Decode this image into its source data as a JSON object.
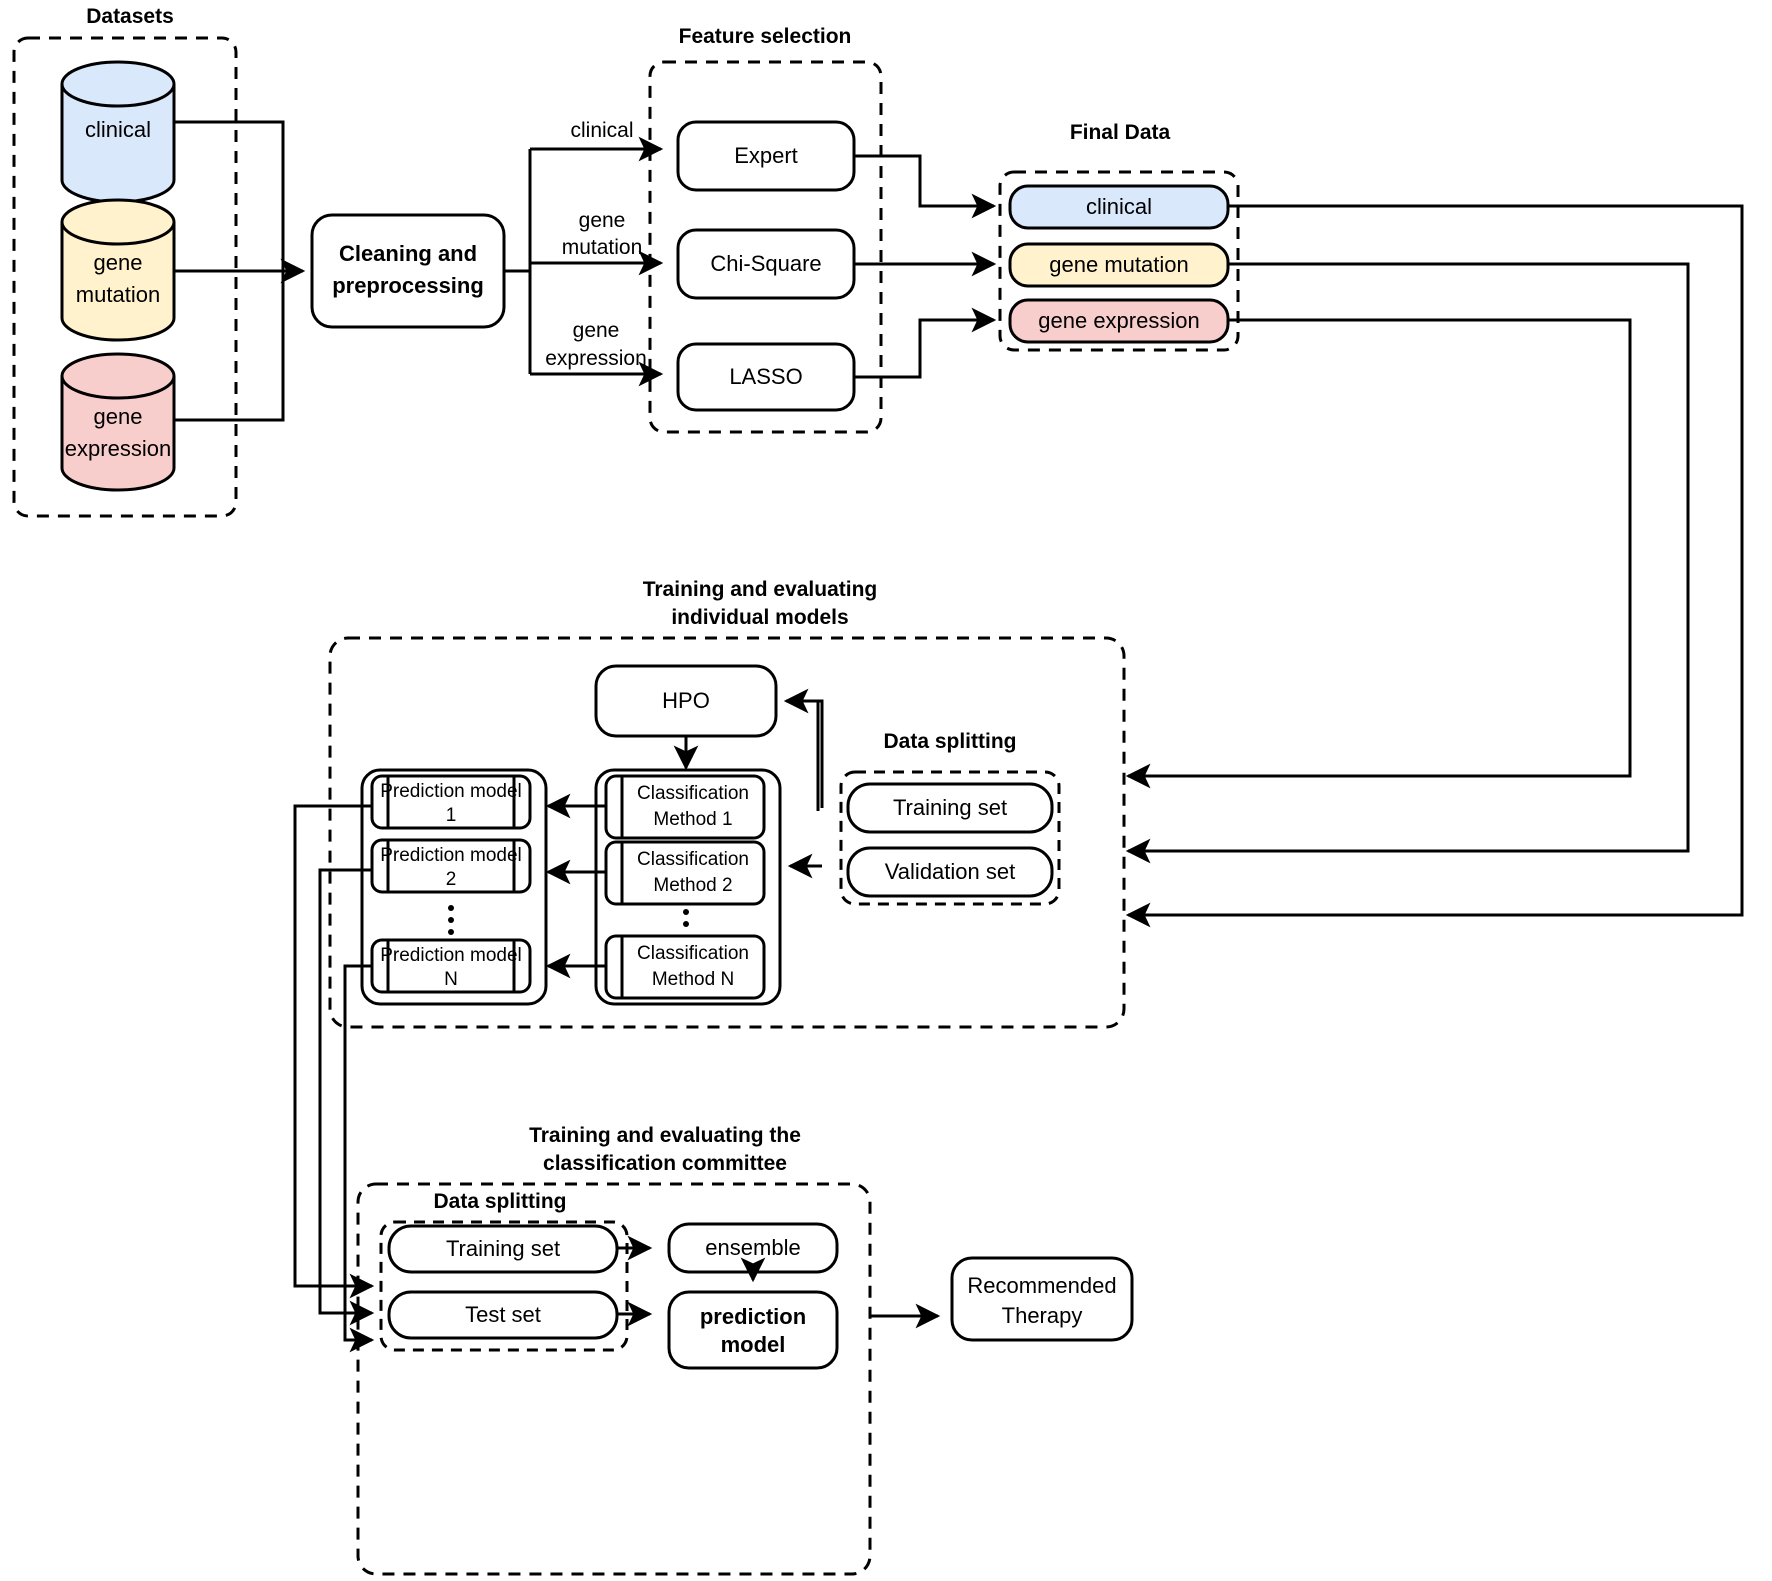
{
  "diagram": {
    "title_datasets": "Datasets",
    "title_feature_selection": "Feature selection",
    "title_final_data": "Final Data",
    "title_individual_models": "Training and evaluating\nindividual models",
    "title_individual_models_line1": "Training and evaluating",
    "title_individual_models_line2": "individual models",
    "title_committee_line1": "Training and evaluating the",
    "title_committee_line2": "classification committee",
    "title_data_splitting_top": "Data splitting",
    "title_data_splitting_bottom": "Data splitting"
  },
  "colors": {
    "clinical": "#dae8fc",
    "clinical_stroke": "#000000",
    "gene_mutation": "#fff2cc",
    "gene_expression": "#f8cecc",
    "stroke": "#000000",
    "background": "#ffffff"
  },
  "datasets": {
    "group_label": "Datasets",
    "items": [
      {
        "id": "clinical",
        "label": "clinical",
        "fill": "#dae8fc"
      },
      {
        "id": "gene-mutation",
        "label_line1": "gene",
        "label_line2": "mutation",
        "label": "gene mutation",
        "fill": "#fff2cc"
      },
      {
        "id": "gene-expression",
        "label_line1": "gene",
        "label_line2": "expression",
        "label": "gene expression",
        "fill": "#f8cecc"
      }
    ]
  },
  "preprocessing": {
    "label_line1": "Cleaning and",
    "label_line2": "preprocessing",
    "label": "Cleaning and preprocessing"
  },
  "edge_labels": {
    "clinical": "clinical",
    "gene_mutation_line1": "gene",
    "gene_mutation_line2": "mutation",
    "gene_expression_line1": "gene",
    "gene_expression_line2": "expression"
  },
  "feature_selection": {
    "group_label": "Feature selection",
    "methods": [
      {
        "id": "expert",
        "label": "Expert"
      },
      {
        "id": "chi-square",
        "label": "Chi-Square"
      },
      {
        "id": "lasso",
        "label": "LASSO"
      }
    ]
  },
  "final_data": {
    "group_label": "Final Data",
    "items": [
      {
        "id": "clinical",
        "label": "clinical",
        "fill": "#dae8fc"
      },
      {
        "id": "gene-mutation",
        "label": "gene mutation",
        "fill": "#fff2cc"
      },
      {
        "id": "gene-expression",
        "label": "gene expression",
        "fill": "#f8cecc"
      }
    ]
  },
  "individual_models": {
    "group_label_line1": "Training and evaluating",
    "group_label_line2": "individual models",
    "hpo": "HPO",
    "prediction_models": [
      {
        "id": "1",
        "line1": "Prediction model",
        "line2": "1"
      },
      {
        "id": "2",
        "line1": "Prediction model",
        "line2": "2"
      },
      {
        "id": "N",
        "line1": "Prediction model",
        "line2": "N"
      }
    ],
    "classification_methods": [
      {
        "id": "1",
        "line1": "Classification",
        "line2": "Method 1"
      },
      {
        "id": "2",
        "line1": "Classification",
        "line2": "Method 2"
      },
      {
        "id": "N",
        "line1": "Classification",
        "line2": "Method N"
      }
    ],
    "ellipsis": "⋮",
    "data_splitting": {
      "group_label": "Data splitting",
      "items": [
        {
          "id": "training-set",
          "label": "Training set"
        },
        {
          "id": "validation-set",
          "label": "Validation set"
        }
      ]
    }
  },
  "committee": {
    "group_label_line1": "Training and evaluating the",
    "group_label_line2": "classification committee",
    "data_splitting": {
      "group_label": "Data splitting",
      "items": [
        {
          "id": "training-set",
          "label": "Training set"
        },
        {
          "id": "test-set",
          "label": "Test set"
        }
      ]
    },
    "ensemble": "ensemble",
    "prediction_model_line1": "prediction",
    "prediction_model_line2": "model",
    "prediction_model": "prediction model",
    "recommended_line1": "Recommended",
    "recommended_line2": "Therapy",
    "recommended": "Recommended Therapy"
  }
}
